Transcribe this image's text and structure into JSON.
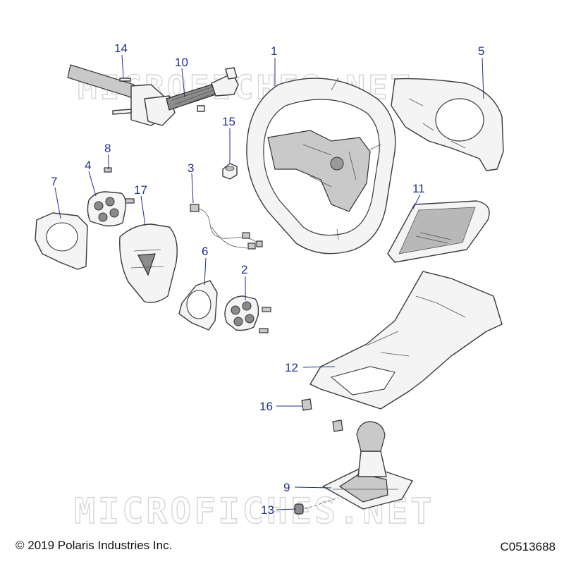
{
  "diagram": {
    "callouts": [
      "1",
      "2",
      "3",
      "4",
      "5",
      "6",
      "7",
      "8",
      "9",
      "10",
      "11",
      "12",
      "13",
      "14",
      "15",
      "16",
      "17"
    ],
    "watermarks": [
      "MICROFICHES.NET",
      "MICROFICHES.NET"
    ]
  },
  "footer": {
    "copyright": "© 2019 Polaris Industries Inc.",
    "drawing_number": "C0513688"
  },
  "colors": {
    "callout": "#1f2f8f",
    "line": "#3a3a3a"
  }
}
